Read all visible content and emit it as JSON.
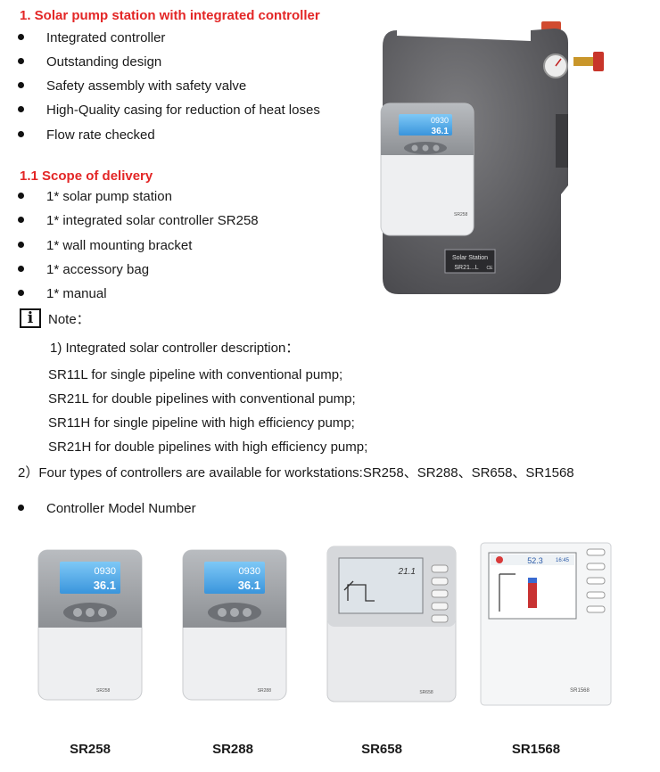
{
  "section1": {
    "heading": "1.   Solar pump station with integrated controller",
    "bullets": [
      "Integrated controller",
      "Outstanding design",
      "Safety assembly with safety valve",
      "High-Quality casing for reduction of heat loses",
      "Flow rate checked"
    ]
  },
  "section11": {
    "heading": "1.1  Scope of delivery",
    "bullets": [
      "1* solar pump station",
      "1* integrated solar controller SR258",
      "1* wall mounting bracket",
      "1* accessory bag",
      "1* manual"
    ]
  },
  "note": {
    "icon_letter": "i",
    "label": "Note：",
    "desc_title": "1) Integrated solar controller description：",
    "lines": [
      "SR11L for single pipeline with conventional pump;",
      "SR21L for double pipelines with conventional pump;",
      "SR11H for single pipeline with high efficiency pump;",
      "SR21H for double pipelines with high efficiency pump;"
    ],
    "four_types": "2）Four types of controllers are available for workstations:SR258、SR288、SR658、SR1568"
  },
  "model_bullet": "Controller Model Number",
  "station": {
    "screen_line1": "0930",
    "screen_line2": "36.1",
    "controller_model": "SR258",
    "plate_line1": "Solar Station",
    "plate_line2": "SR21...L",
    "plate_mark": "CE"
  },
  "controllers": [
    {
      "caption": "SR258",
      "label": "SR258",
      "screen_top": "0930",
      "screen_bottom": "36.1"
    },
    {
      "caption": "SR288",
      "label": "SR288",
      "screen_top": "0930",
      "screen_bottom": "36.1"
    },
    {
      "caption": "SR658",
      "label": "SR658",
      "screen_top": "21.1"
    },
    {
      "caption": "SR1568",
      "label": "SR1568",
      "screen_temp": "52.3",
      "screen_time": "16:45"
    }
  ]
}
